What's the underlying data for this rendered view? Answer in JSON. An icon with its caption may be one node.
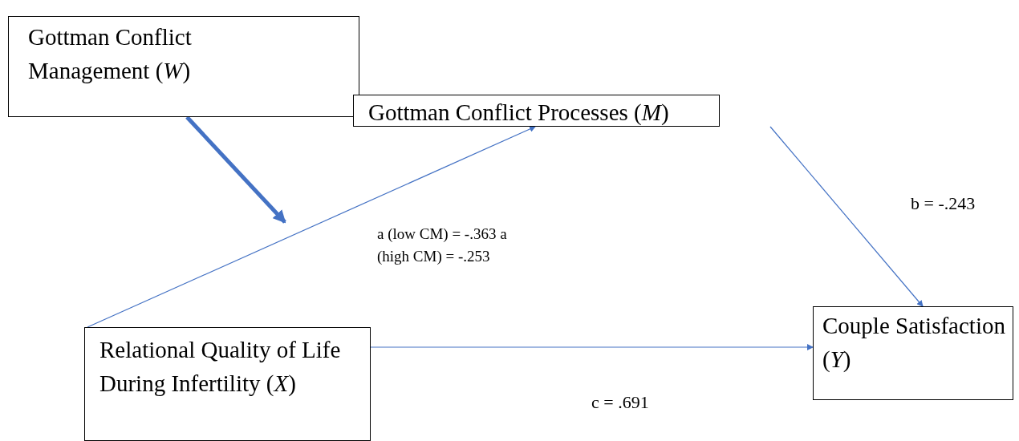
{
  "diagram": {
    "nodes": [
      {
        "text": [
          "Gottman Conflict Management (*W*)"
        ]
      },
      {
        "text": [
          "Gottman Conflict Processes (*M*)"
        ]
      },
      {
        "text": [
          "Relational Quality of Life During Infertility (*X*)"
        ]
      },
      {
        "text": [
          "Couple Satisfaction (*Y*)"
        ]
      }
    ],
    "edges": [
      {
        "from": 2,
        "to": 1,
        "arrow": "to",
        "label": "a (low CM) = -.363 a (high CM) = -.253"
      },
      {
        "from": 0,
        "to": null,
        "arrow": "to",
        "style": "thick"
      },
      {
        "from": 1,
        "to": 3,
        "arrow": "to",
        "label": "b = -.243"
      },
      {
        "from": 2,
        "to": 3,
        "arrow": "to",
        "label": "c = .691"
      }
    ]
  }
}
